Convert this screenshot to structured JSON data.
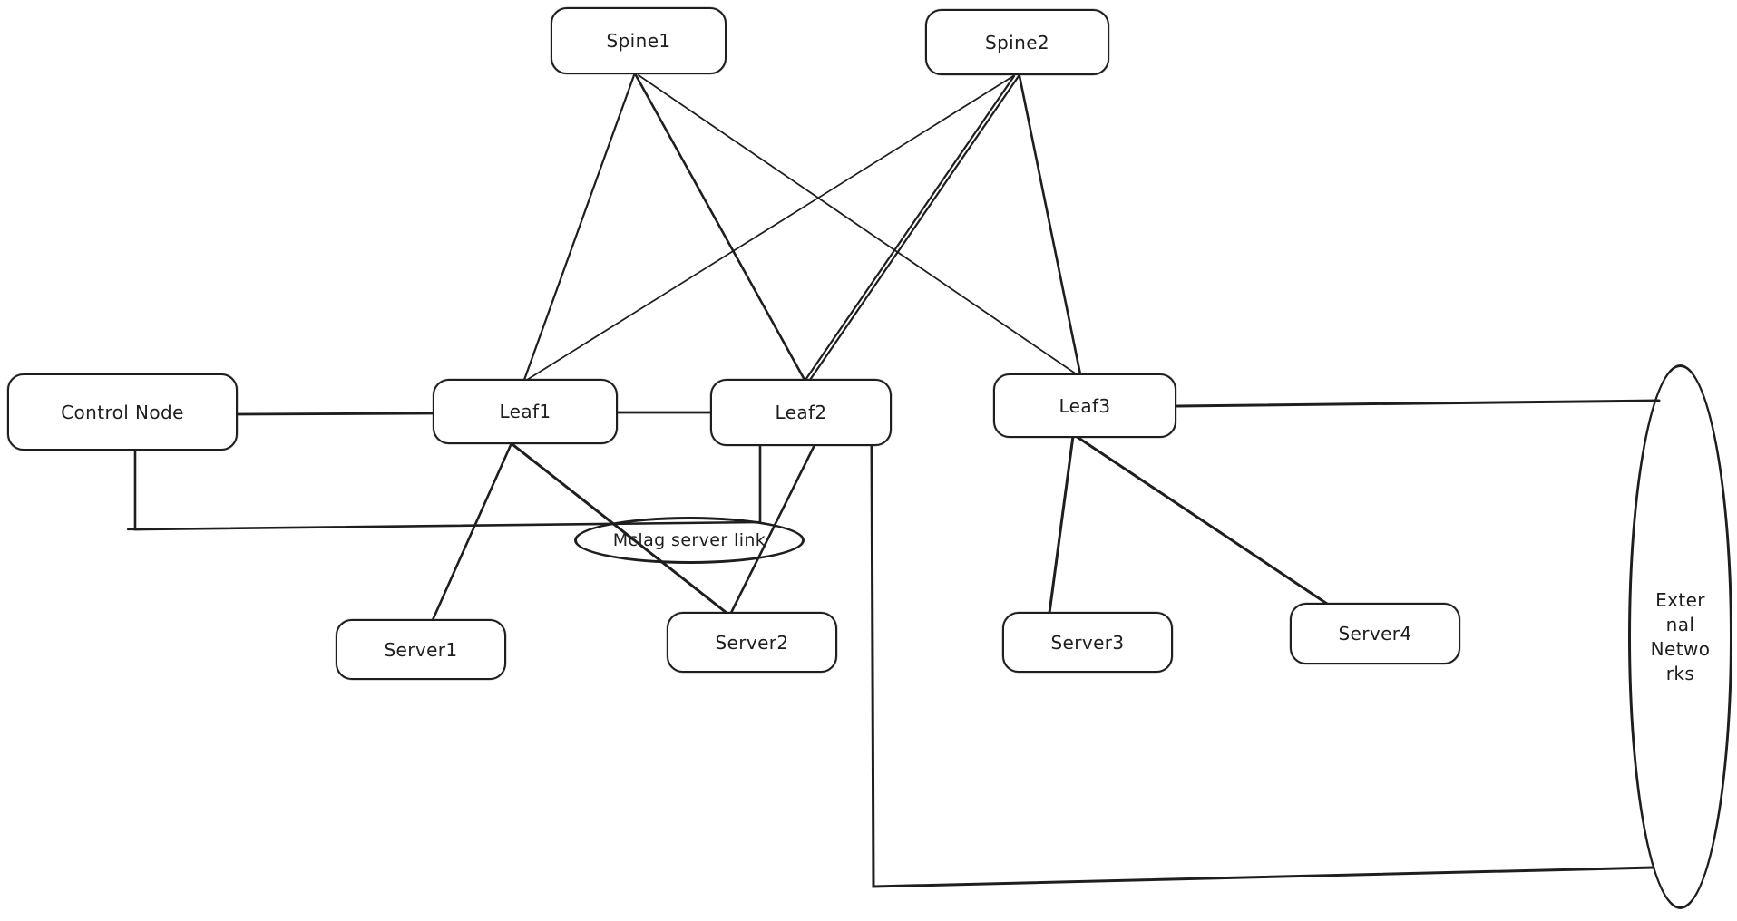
{
  "nodes": {
    "spine1": {
      "label": "Spine1"
    },
    "spine2": {
      "label": "Spine2"
    },
    "control": {
      "label": "Control Node"
    },
    "leaf1": {
      "label": "Leaf1"
    },
    "leaf2": {
      "label": "Leaf2"
    },
    "leaf3": {
      "label": "Leaf3"
    },
    "server1": {
      "label": "Server1"
    },
    "server2": {
      "label": "Server2"
    },
    "server3": {
      "label": "Server3"
    },
    "server4": {
      "label": "Server4"
    },
    "mclag": {
      "label": "Mclag server link"
    },
    "external": {
      "label": "External Networks",
      "lines": [
        "Exter",
        "nal",
        "Netwo",
        "rks"
      ]
    }
  },
  "edges": [
    {
      "from": "Spine1",
      "to": "Leaf1"
    },
    {
      "from": "Spine1",
      "to": "Leaf2"
    },
    {
      "from": "Spine1",
      "to": "Leaf3"
    },
    {
      "from": "Spine2",
      "to": "Leaf1"
    },
    {
      "from": "Spine2",
      "to": "Leaf2"
    },
    {
      "from": "Spine2",
      "to": "Leaf3"
    },
    {
      "from": "Control Node",
      "to": "Leaf1"
    },
    {
      "from": "Control Node",
      "to": "Leaf2"
    },
    {
      "from": "Leaf1",
      "to": "Leaf2"
    },
    {
      "from": "Leaf1",
      "to": "Server1"
    },
    {
      "from": "Leaf1",
      "to": "Server2",
      "via": "Mclag server link"
    },
    {
      "from": "Leaf2",
      "to": "Server2",
      "via": "Mclag server link"
    },
    {
      "from": "Leaf2",
      "to": "External Networks"
    },
    {
      "from": "Leaf3",
      "to": "External Networks"
    },
    {
      "from": "Leaf3",
      "to": "Server3"
    },
    {
      "from": "Leaf3",
      "to": "Server4"
    }
  ],
  "colors": {
    "stroke": "#1e1e1e",
    "background": "#ffffff"
  }
}
